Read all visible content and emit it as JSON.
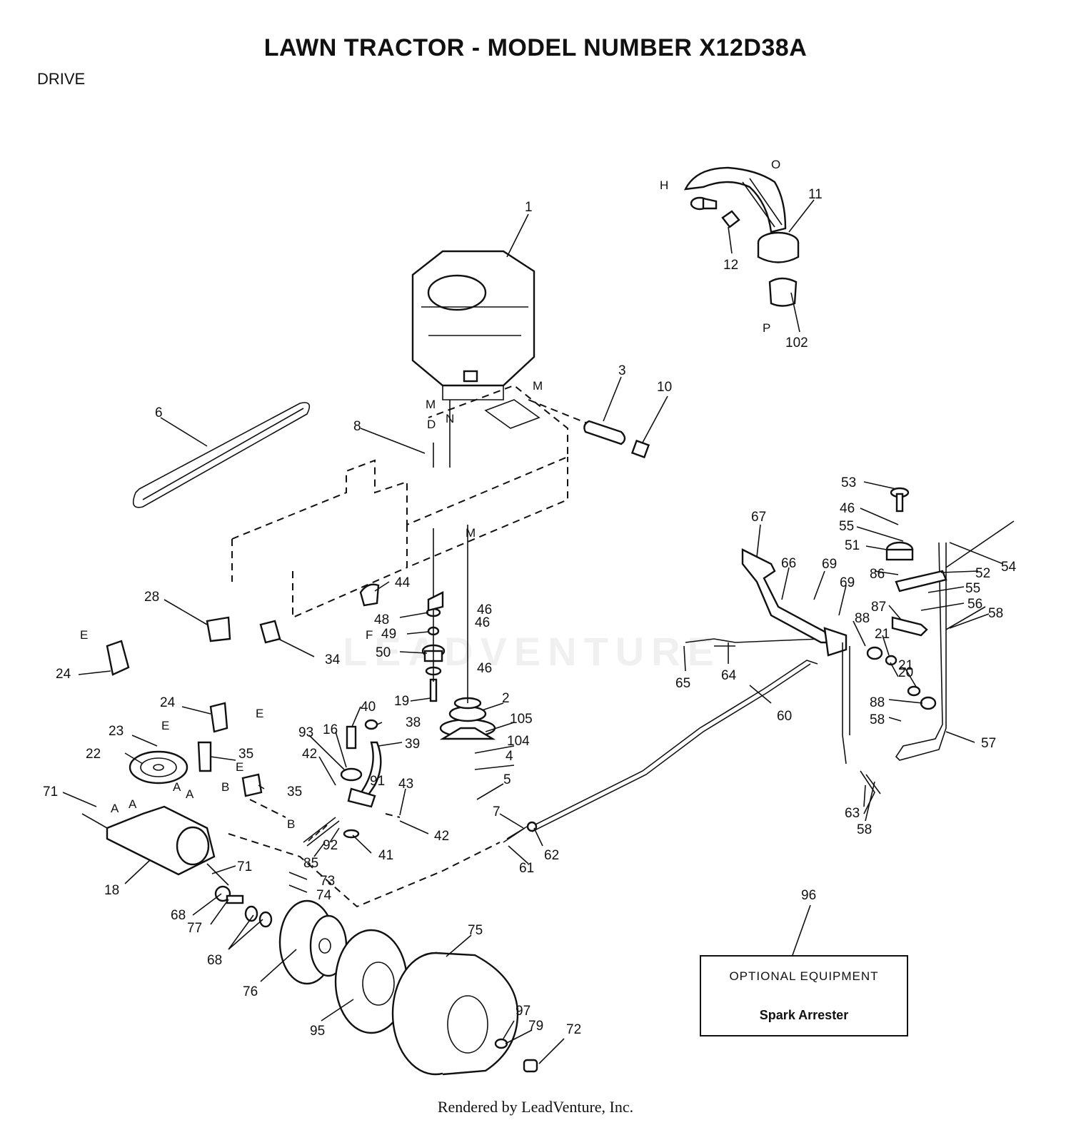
{
  "header": {
    "title": "LAWN TRACTOR - MODEL NUMBER X12D38A",
    "section": "DRIVE"
  },
  "optional_equipment": {
    "callout": "96",
    "title": "OPTIONAL EQUIPMENT",
    "item": "Spark Arrester"
  },
  "watermark": "LEADVENTURE",
  "footer": "Rendered by LeadVenture, Inc.",
  "callouts": [
    "1",
    "2",
    "3",
    "4",
    "5",
    "6",
    "7",
    "8",
    "10",
    "11",
    "12",
    "16",
    "18",
    "19",
    "20",
    "21",
    "21",
    "22",
    "23",
    "24",
    "24",
    "28",
    "34",
    "35",
    "35",
    "38",
    "39",
    "40",
    "41",
    "42",
    "42",
    "43",
    "44",
    "46",
    "46",
    "46",
    "46",
    "48",
    "49",
    "50",
    "51",
    "52",
    "53",
    "54",
    "55",
    "55",
    "56",
    "57",
    "58",
    "58",
    "58",
    "60",
    "61",
    "62",
    "63",
    "64",
    "65",
    "66",
    "67",
    "68",
    "68",
    "69",
    "69",
    "71",
    "71",
    "72",
    "73",
    "74",
    "75",
    "76",
    "77",
    "79",
    "85",
    "86",
    "87",
    "88",
    "88",
    "91",
    "92",
    "93",
    "95",
    "97",
    "102",
    "104",
    "105"
  ],
  "letters": [
    "H",
    "O",
    "P",
    "M",
    "M",
    "M",
    "N",
    "D",
    "F",
    "E",
    "E",
    "E",
    "E",
    "B",
    "B",
    "A",
    "A",
    "A",
    "A"
  ]
}
